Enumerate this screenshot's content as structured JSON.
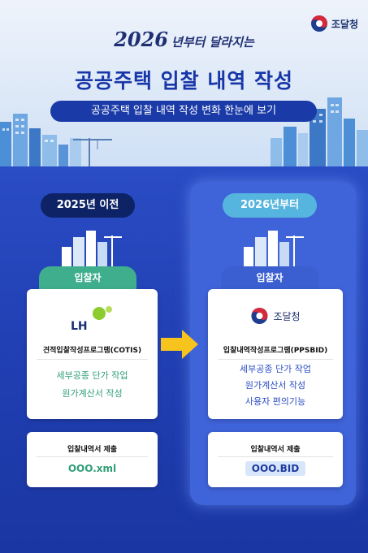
{
  "brand": {
    "org_name": "조달청"
  },
  "header": {
    "year": "2026",
    "tagline": "년부터 달라지는",
    "title": "공공주택 입찰 내역 작성",
    "pill": "공공주택 입찰 내역 작성 변화 한눈에 보기"
  },
  "before": {
    "era": "2025년 이전",
    "role": "입찰자",
    "logo_text": "LH",
    "program": "견적입찰작성프로그램(COTIS)",
    "features": [
      "세부공종 단가 작업",
      "원가계산서 작성"
    ],
    "submit_title": "입찰내역서 제출",
    "file": "OOO.xml"
  },
  "after": {
    "era": "2026년부터",
    "role": "입찰자",
    "logo_text": "조달청",
    "program": "입찰내역작성프로그램(PPSBID)",
    "features": [
      "세부공종 단가 작업",
      "원가계산서 작성",
      "사용자 편의기능"
    ],
    "submit_title": "입찰내역서 제출",
    "file": "OOO.BID"
  },
  "colors": {
    "navy": "#0d2366",
    "blue": "#1a3aa8",
    "green": "#3fae8d",
    "sky": "#56b5de",
    "arrow": "#f6c41d"
  }
}
